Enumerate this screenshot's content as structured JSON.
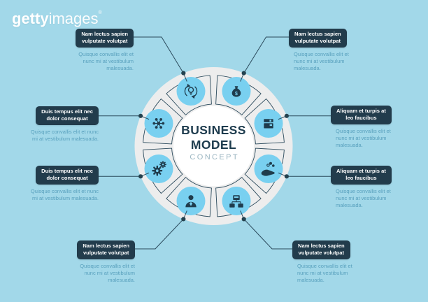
{
  "watermark": {
    "brand_bold": "getty",
    "brand_light": "images",
    "registered": "®"
  },
  "center": {
    "title_line1": "BUSINESS",
    "title_line2": "MODEL",
    "subtitle": "CONCEPT"
  },
  "labels": [
    {
      "position": "top-left",
      "title": [
        "Nam lectus sapien",
        "vulputate volutpat"
      ],
      "description": "Quisque convallis elit et nunc mi at vestibulum malesuada."
    },
    {
      "position": "top-right",
      "title": [
        "Nam lectus sapien",
        "vulputate volutpat"
      ],
      "description": "Quisque convallis elit et nunc mi at vestibulum malesuada."
    },
    {
      "position": "middle-left-upper",
      "title": [
        "Duis tempus elit nec",
        "dolor consequat"
      ],
      "description": "Quisque convallis elit et nunc mi at vestibulum malesuada."
    },
    {
      "position": "middle-right-upper",
      "title": [
        "Aliquam et turpis at",
        "leo faucibus"
      ],
      "description": "Quisque convallis elit et nunc mi at vestibulum malesuada."
    },
    {
      "position": "middle-left-lower",
      "title": [
        "Duis tempus elit nec",
        "dolor consequat"
      ],
      "description": "Quisque convallis elit et nunc mi at vestibulum malesuada."
    },
    {
      "position": "middle-right-lower",
      "title": [
        "Aliquam et turpis at",
        "leo faucibus"
      ],
      "description": "Quisque convallis elit et nunc mi at vestibulum malesuada."
    },
    {
      "position": "bottom-left",
      "title": [
        "Nam lectus sapien",
        "vulputate volutpat"
      ],
      "description": "Quisque convallis elit et nunc mi at vestibulum malesuada."
    },
    {
      "position": "bottom-right",
      "title": [
        "Nam lectus sapien",
        "vulputate volutpat"
      ],
      "description": "Quisque convallis elit et nunc mi at vestibulum malesuada."
    }
  ],
  "diagram": {
    "segment_count": 8,
    "segments": [
      {
        "icon": "idea-cycle-icon"
      },
      {
        "icon": "money-bag-icon"
      },
      {
        "icon": "package-box-icon"
      },
      {
        "icon": "hand-coins-icon"
      },
      {
        "icon": "org-hierarchy-icon"
      },
      {
        "icon": "person-icon"
      },
      {
        "icon": "gears-icon"
      },
      {
        "icon": "network-icon"
      }
    ],
    "money_bag_symbol": "$"
  },
  "colors": {
    "background": "#a2d8e9",
    "label_box": "#223c4c",
    "description_text": "#58a0bd",
    "outer_circle": "#ededed",
    "inner_circle": "#ffffff",
    "icon_bubble": "#79d0f0",
    "icon_ink": "#1f3c4d",
    "line": "#2b4a5c",
    "center_title": "#1e3c4e",
    "center_subtitle": "#9cb6c2",
    "watermark_text": "#ffffff"
  }
}
